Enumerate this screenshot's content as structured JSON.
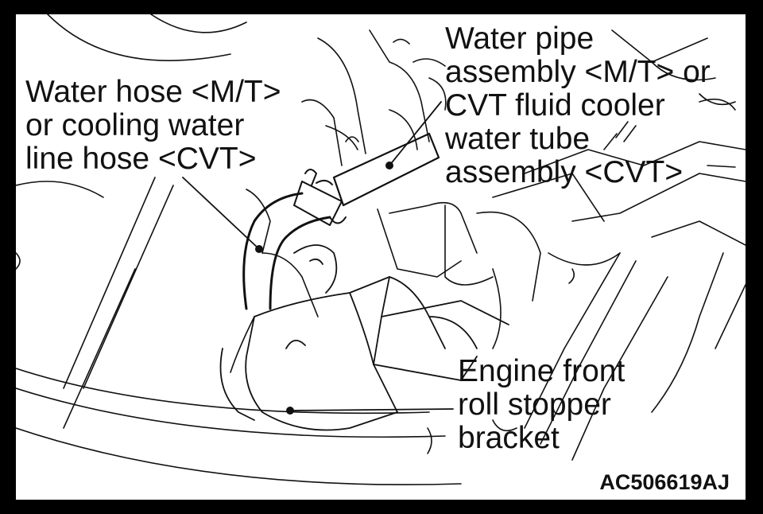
{
  "diagram": {
    "labels": {
      "water_hose": [
        "Water hose <M/T>",
        "or cooling water",
        "line hose <CVT>"
      ],
      "water_pipe": [
        "Water pipe",
        "assembly <M/T> or",
        "CVT fluid cooler",
        "water tube",
        "assembly <CVT>"
      ],
      "roll_stopper": [
        "Engine front",
        "roll stopper",
        "bracket"
      ]
    },
    "figure_code": "AC506619AJ"
  }
}
